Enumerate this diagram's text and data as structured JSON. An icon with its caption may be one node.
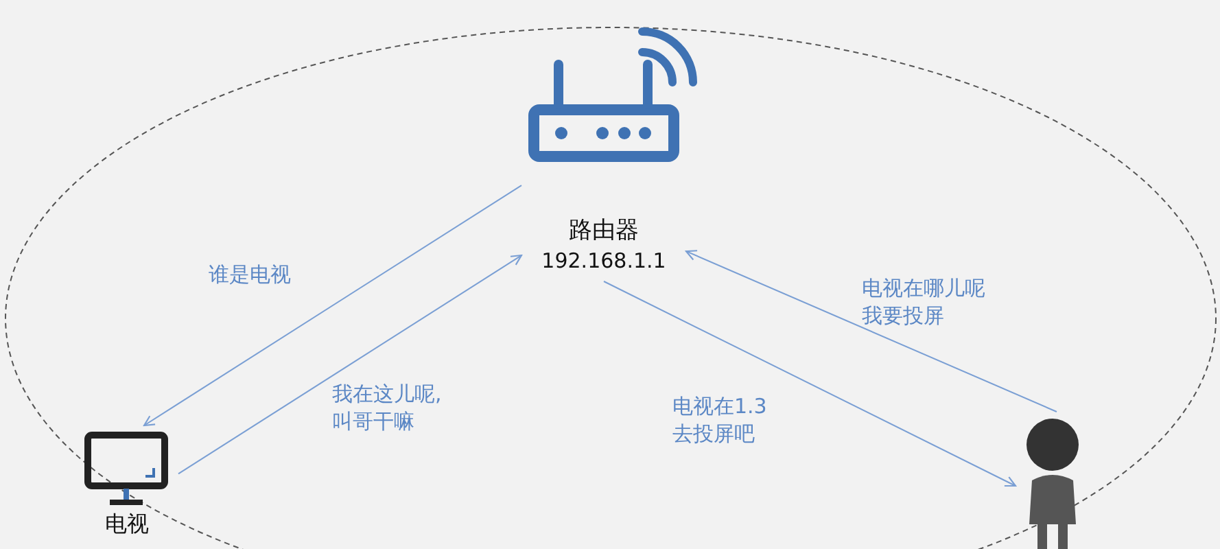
{
  "diagram": {
    "nodes": [
      {
        "text": [
          "路由器",
          "192.168.1.1"
        ]
      },
      {
        "text": [
          "电视"
        ]
      },
      {
        "text": [],
        "shape": "person"
      }
    ],
    "edges": [
      {
        "from": 0,
        "to": 1,
        "arrow": "to",
        "label": "谁是电视"
      },
      {
        "from": 1,
        "to": 0,
        "arrow": "to",
        "label": "我在这儿呢,叫哥干嘛"
      },
      {
        "from": 2,
        "to": 0,
        "arrow": "to",
        "label": "电视在哪儿呢我要投屏"
      },
      {
        "from": 0,
        "to": 2,
        "arrow": "to",
        "label": "电视在1.3去投屏吧"
      }
    ]
  }
}
